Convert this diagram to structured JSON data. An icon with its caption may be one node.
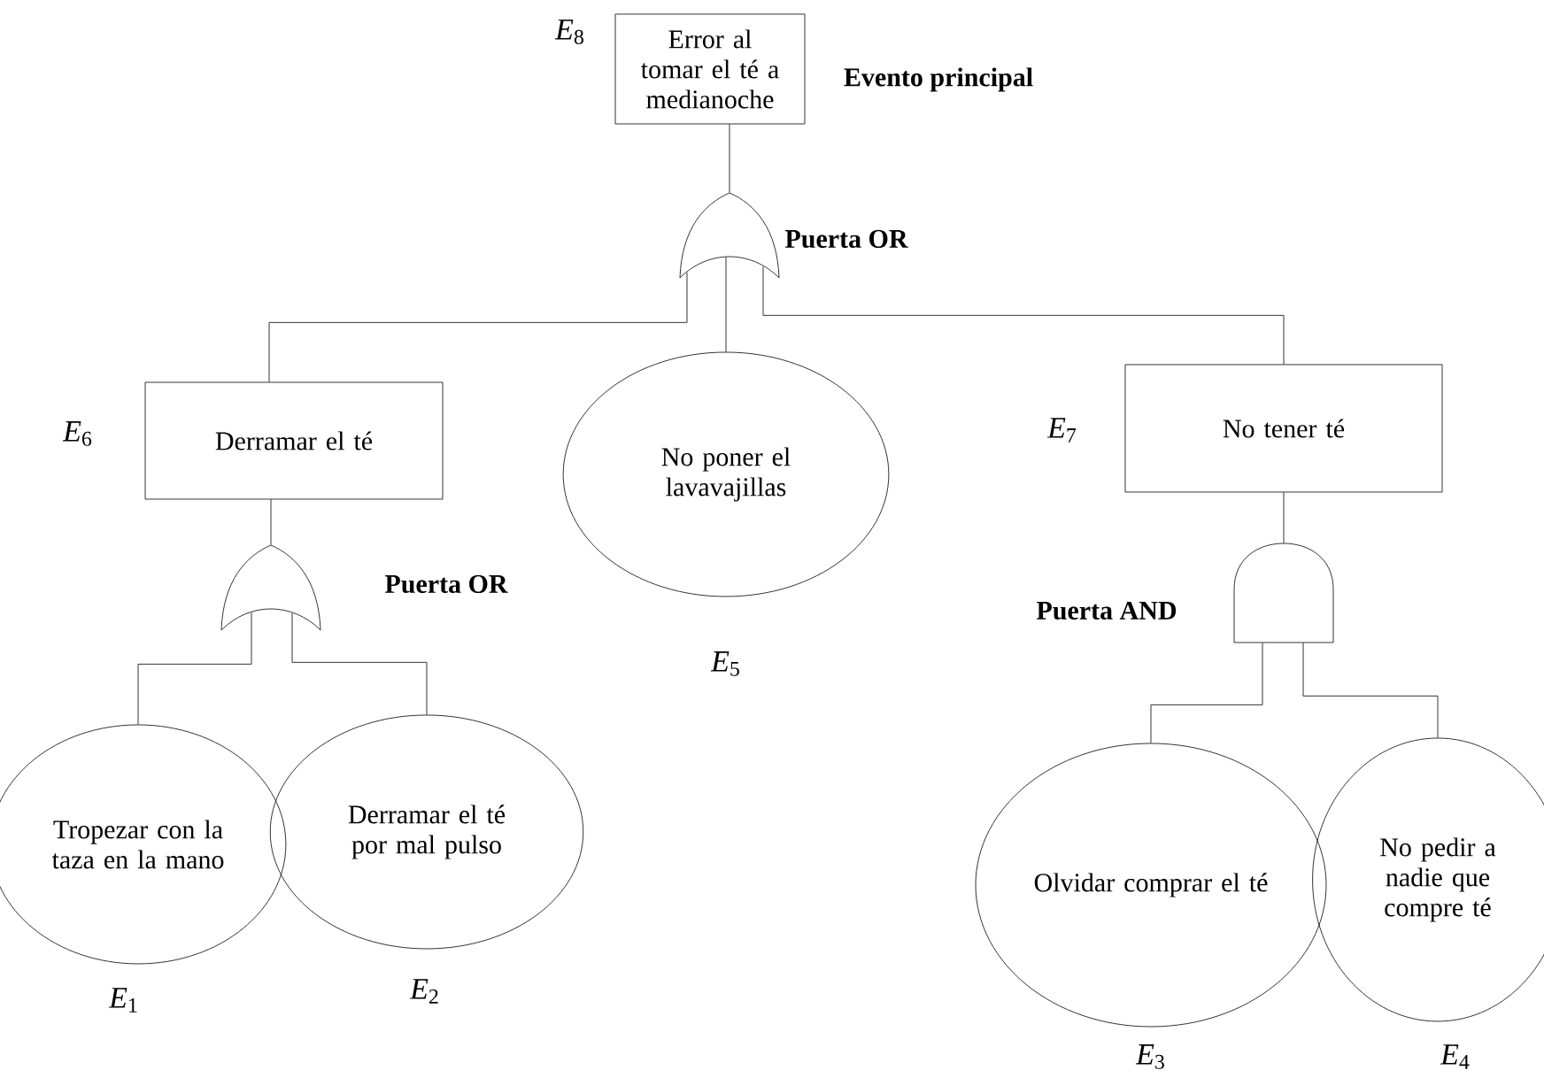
{
  "diagram": {
    "nodes": [
      {
        "text": [
          "Error al tomar el té a medianoche"
        ],
        "beside": [
          "*E*$_{8}$",
          "Evento principal"
        ]
      },
      {
        "text": [],
        "shape": "or-gate",
        "beside": [
          "Puerta OR"
        ]
      },
      {
        "text": [
          "Derramar el té"
        ],
        "beside": [
          "*E*$_{6}$"
        ]
      },
      {
        "text": [
          "No poner el lavavajillas"
        ],
        "beside": [
          "*E*$_{5}$"
        ]
      },
      {
        "text": [
          "No tener té"
        ],
        "beside": [
          "*E*$_{7}$"
        ]
      },
      {
        "text": [],
        "shape": "or-gate",
        "beside": [
          "Puerta OR"
        ]
      },
      {
        "text": [],
        "shape": "and-gate",
        "beside": [
          "Puerta AND"
        ]
      },
      {
        "text": [
          "Tropezar con la taza en la mano"
        ],
        "beside": [
          "*E*$_{1}$"
        ]
      },
      {
        "text": [
          "Derramar el té por mal pulso"
        ],
        "beside": [
          "*E*$_{2}$"
        ]
      },
      {
        "text": [
          "Olvidar comprar el té"
        ],
        "beside": [
          "*E*$_{3}$"
        ]
      },
      {
        "text": [
          "No pedir a nadie que compre té"
        ],
        "beside": [
          "*E*$_{4}$"
        ]
      }
    ],
    "edges": [
      {
        "from": 0,
        "to": 1,
        "arrow": "none"
      },
      {
        "from": 1,
        "to": 2,
        "arrow": "none"
      },
      {
        "from": 1,
        "to": 3,
        "arrow": "none"
      },
      {
        "from": 1,
        "to": 4,
        "arrow": "none"
      },
      {
        "from": 2,
        "to": 5,
        "arrow": "none"
      },
      {
        "from": 5,
        "to": 7,
        "arrow": "none"
      },
      {
        "from": 5,
        "to": 8,
        "arrow": "none"
      },
      {
        "from": 4,
        "to": 6,
        "arrow": "none"
      },
      {
        "from": 6,
        "to": 9,
        "arrow": "none"
      },
      {
        "from": 6,
        "to": 10,
        "arrow": "none"
      }
    ]
  }
}
